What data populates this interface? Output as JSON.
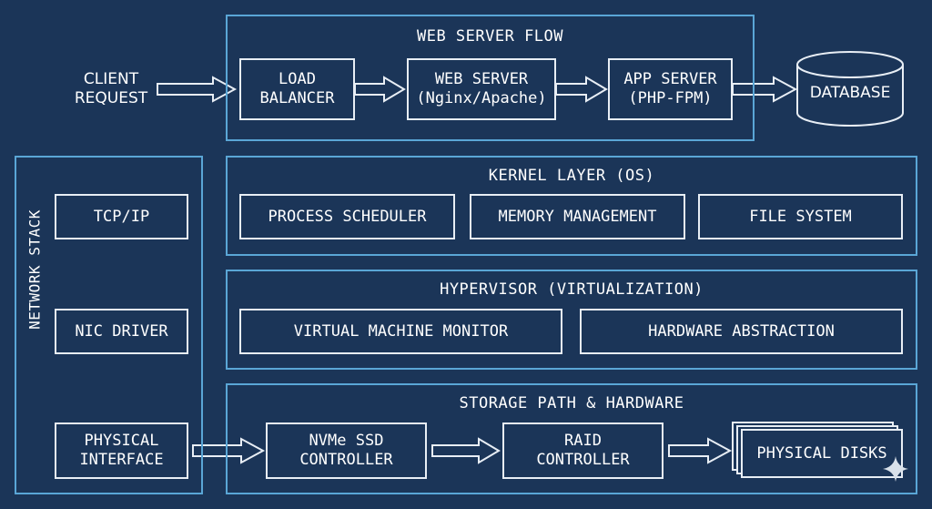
{
  "web_flow": {
    "title": "WEB SERVER FLOW",
    "client": "CLIENT\nREQUEST",
    "load_balancer": "LOAD\nBALANCER",
    "web_server": "WEB SERVER\n(Nginx/Apache)",
    "app_server": "APP SERVER\n(PHP-FPM)",
    "database": "DATABASE"
  },
  "network": {
    "title": "NETWORK STACK",
    "tcp_ip": "TCP/IP",
    "nic_driver": "NIC DRIVER",
    "physical_interface": "PHYSICAL\nINTERFACE"
  },
  "kernel": {
    "title": "KERNEL LAYER (OS)",
    "process_scheduler": "PROCESS SCHEDULER",
    "memory_management": "MEMORY MANAGEMENT",
    "file_system": "FILE SYSTEM"
  },
  "hypervisor": {
    "title": "HYPERVISOR (VIRTUALIZATION)",
    "vmm": "VIRTUAL MACHINE MONITOR",
    "hardware_abstraction": "HARDWARE ABSTRACTION"
  },
  "storage": {
    "title": "STORAGE PATH & HARDWARE",
    "nvme": "NVMe SSD\nCONTROLLER",
    "raid": "RAID\nCONTROLLER",
    "disks": "PHYSICAL DISKS"
  },
  "colors": {
    "background": "#1b3558",
    "panel_border": "#5aa6d6",
    "box_border": "#e8eef5"
  }
}
